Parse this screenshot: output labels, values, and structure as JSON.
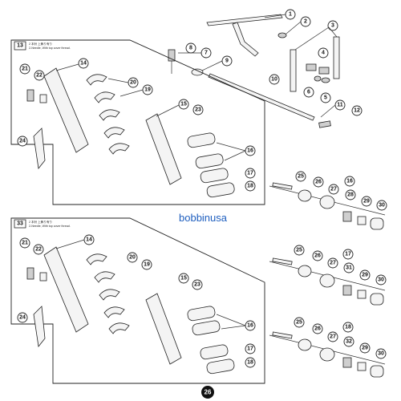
{
  "watermark": "bobbinusa",
  "page_number": "26",
  "top_section": {
    "box_label": "13",
    "note_line1": "2 本針 上飾り有り",
    "note_line2": "2-Needle, With top cover thread."
  },
  "bottom_section": {
    "box_label": "33",
    "note_line1": "2 本針 上飾り有り",
    "note_line2": "2-Needle, With top cover thread."
  },
  "callouts": {
    "c1": "1",
    "c2": "2",
    "c3": "3",
    "c4": "4",
    "c5": "5",
    "c6": "6",
    "c7": "7",
    "c8": "8",
    "c9": "9",
    "c10": "10",
    "c11": "11",
    "c12": "12",
    "c14": "14",
    "c15": "15",
    "c16": "16",
    "c17": "17",
    "c18": "18",
    "c19": "19",
    "c20": "20",
    "c21": "21",
    "c22": "22",
    "c23": "23",
    "c24": "24",
    "c25": "25",
    "c26": "26",
    "c27": "27",
    "c28": "28",
    "c29": "29",
    "c30": "30",
    "c31": "31",
    "c32": "32"
  }
}
